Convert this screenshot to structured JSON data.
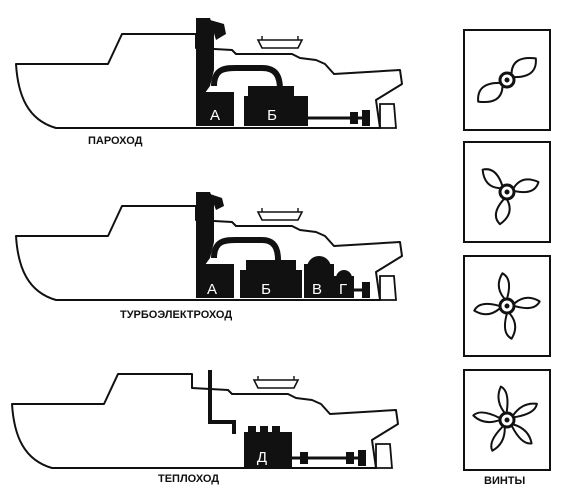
{
  "ships": [
    {
      "caption": "ПАРОХОД",
      "units": [
        "А",
        "Б"
      ]
    },
    {
      "caption": "ТУРБОЭЛЕКТРОХОД",
      "units": [
        "А",
        "Б",
        "В",
        "Г"
      ]
    },
    {
      "caption": "ТЕПЛОХОД",
      "units": [
        "Д"
      ]
    }
  ],
  "propellers": {
    "caption": "ВИНТЫ",
    "blade_counts": [
      2,
      3,
      4,
      5
    ]
  }
}
